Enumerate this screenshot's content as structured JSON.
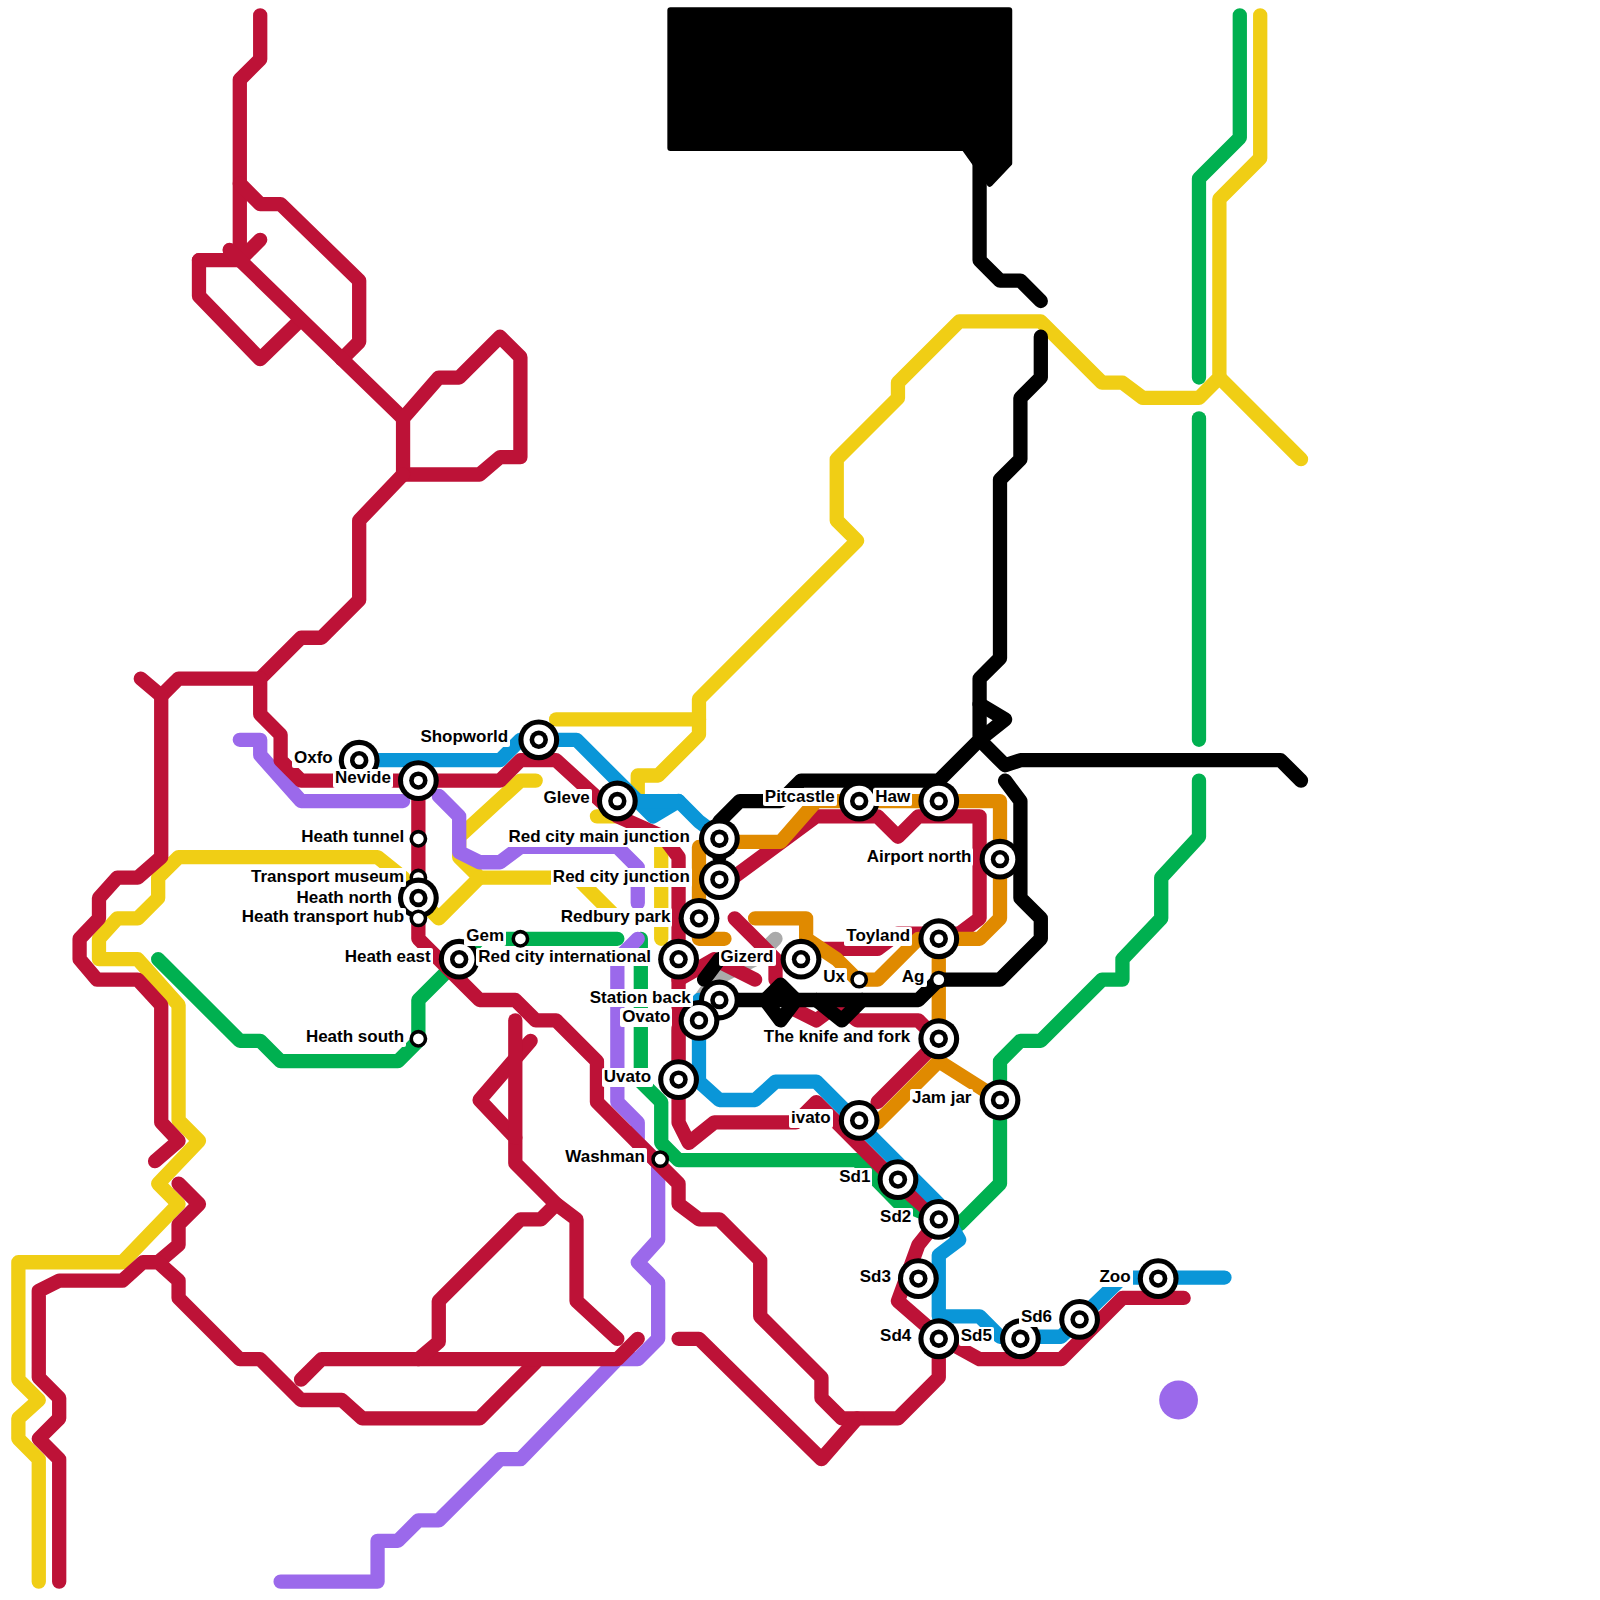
{
  "diagram": {
    "labels": [
      "Oxfo",
      "Nevide",
      "Shopworld",
      "Gleve",
      "Heath tunnel",
      "Transport museum",
      "Heath north",
      "Heath transport hub",
      "Gem",
      "Heath east",
      "Red city international",
      "Heath south",
      "Red city main junction",
      "Red city junction",
      "Redbury park",
      "Pitcastle",
      "Haw",
      "Airport north",
      "Toyland",
      "Ux",
      "Ag",
      "Gizerd",
      "Station back",
      "Ovato",
      "Uvato",
      "The knife and fork",
      "Jam jar",
      "ivato",
      "Washman",
      "Sd1",
      "Sd2",
      "Sd3",
      "Sd4",
      "Sd5",
      "Sd6",
      "Zoo"
    ]
  }
}
